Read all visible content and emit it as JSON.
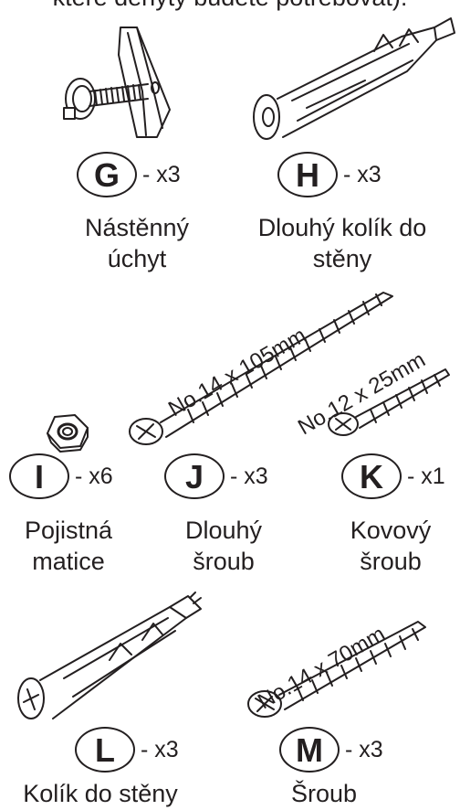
{
  "header_text": "které dehyty budete potřebovat):",
  "items": [
    {
      "letter": "G",
      "qty": "- x3",
      "label": [
        "Nástěnný",
        "úchyt"
      ]
    },
    {
      "letter": "H",
      "qty": "- x3",
      "label": [
        "Dlouhý kolík do",
        "stěny"
      ]
    },
    {
      "letter": "I",
      "qty": "- x6",
      "label": [
        "Pojistná",
        "matice"
      ]
    },
    {
      "letter": "J",
      "qty": "- x3",
      "label": [
        "Dlouhý",
        "šroub"
      ],
      "spec": "No.14 x 105mm"
    },
    {
      "letter": "K",
      "qty": "- x1",
      "label": [
        "Kovový",
        "šroub"
      ],
      "spec": "No.12 x 25mm"
    },
    {
      "letter": "L",
      "qty": "- x3",
      "label": [
        "Kolík do  stěny"
      ]
    },
    {
      "letter": "M",
      "qty": "- x3",
      "label": [
        "Šroub"
      ],
      "spec": "No.14 x 70mm"
    }
  ]
}
